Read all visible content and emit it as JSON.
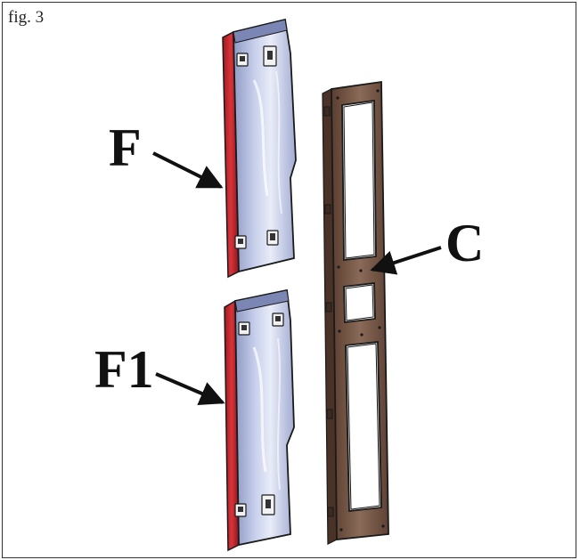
{
  "figure": {
    "label": "fig. 3"
  },
  "callouts": {
    "upper_panel": "F",
    "lower_panel": "F1",
    "frame_bracket": "C"
  },
  "colors": {
    "panel_blue": "#aeb8db",
    "panel_edge_red": "#c1272d",
    "bracket_brown": "#7a5a48",
    "outline": "#1a1a1a"
  }
}
